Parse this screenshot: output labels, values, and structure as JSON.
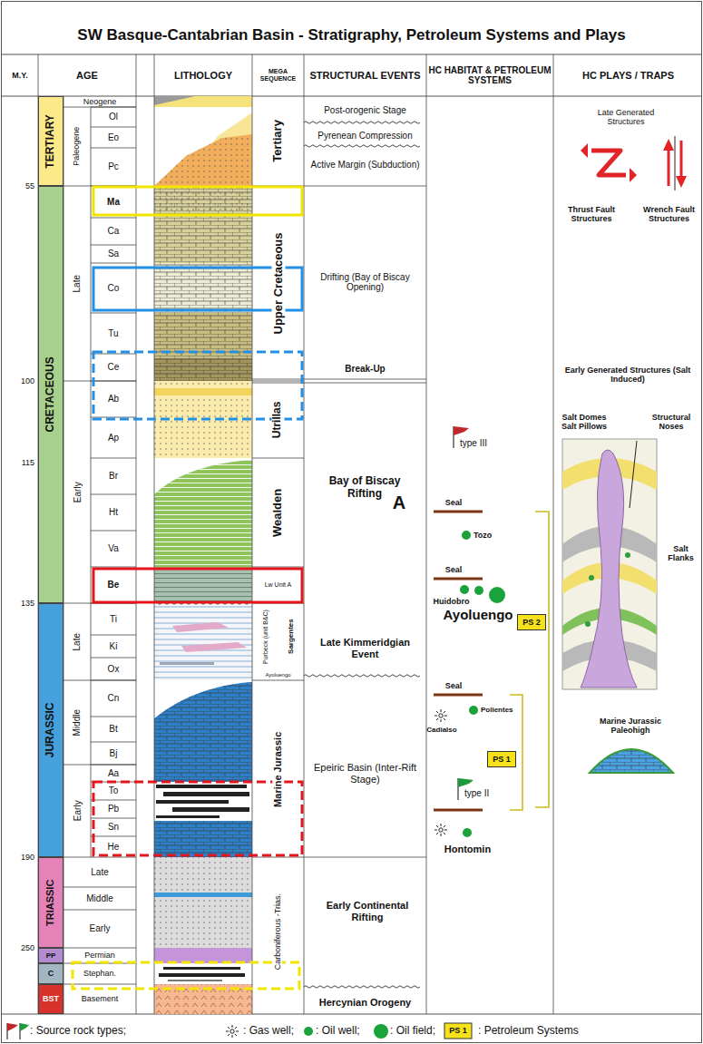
{
  "diagram": {
    "title": "SW Basque-Cantabrian Basin - Stratigraphy, Petroleum Systems and Plays",
    "nodes": [
      {
        "text": [
          "TERTIARY"
        ]
      },
      {
        "text": [
          "CRETACEOUS"
        ]
      },
      {
        "text": [
          "JURASSIC"
        ]
      },
      {
        "text": [
          "TRIASSIC"
        ]
      },
      {
        "text": [
          "PP"
        ]
      },
      {
        "text": [
          "C"
        ]
      },
      {
        "text": [
          "BST"
        ]
      },
      {
        "text": [
          "PS 2"
        ]
      },
      {
        "text": [
          "PS 1"
        ]
      }
    ],
    "labels": [
      "M.Y.",
      "AGE",
      "LITHOLOGY",
      "MEGA SEQUENCE",
      "STRUCTURAL EVENTS",
      "HC HABITAT & PETROLEUM SYSTEMS",
      "HC PLAYS / TRAPS",
      "55",
      "100",
      "115",
      "135",
      "190",
      "250",
      "Neogene",
      "Paleogene",
      "Ol",
      "Eo",
      "Pc",
      "Late",
      "Ma",
      "Ca",
      "Sa",
      "Co",
      "Tu",
      "Ce",
      "Early",
      "Ab",
      "Ap",
      "Br",
      "Ht",
      "Va",
      "Be",
      "Late",
      "Ti",
      "Ki",
      "Ox",
      "Middle",
      "Cn",
      "Bt",
      "Bj",
      "Early",
      "Aa",
      "To",
      "Pb",
      "Sn",
      "He",
      "Late",
      "Middle",
      "Early",
      "Permian",
      "Stephan.",
      "Basement",
      "Tertiary",
      "Upper Cretaceous",
      "Utrillas",
      "Wealden",
      "Lw Unit A",
      "Purbeck (unit B&C)",
      "Sargentes",
      "Ayoluengo",
      "Marine Jurassic",
      "Carboniferous -Trias.",
      "Post-orogenic Stage",
      "Pyrenean Compression",
      "Active Margin (Subduction)",
      "Drifting (Bay of Biscay Opening)",
      "Break-Up",
      "Bay of Biscay Rifting",
      "A",
      "Late Kimmeridgian Event",
      "Epeiric Basin (Inter-Rift Stage)",
      "Early Continental Rifting",
      "Hercynian Orogeny",
      "type III",
      "Seal",
      "Tozo",
      "Seal",
      "Huidobro",
      "Ayoluengo",
      "Seal",
      "Polientes",
      "Cadialso",
      "type II",
      "Hontomin",
      "Late Generated Structures",
      "Thrust Fault Structures",
      "Wrench Fault Structures",
      "Early Generated Structures (Salt Induced)",
      "Salt Domes Salt Pillows",
      "Structural Noses",
      "Salt Flanks",
      "Marine Jurassic Paleohigh",
      "PS 1"
    ],
    "legend": [
      {
        "text": ": Source rock types;"
      },
      {
        "text": ": Gas well;"
      },
      {
        "text": ": Oil well;"
      },
      {
        "text": ": Oil field;"
      },
      {
        "text": ": Petroleum Systems"
      }
    ]
  }
}
